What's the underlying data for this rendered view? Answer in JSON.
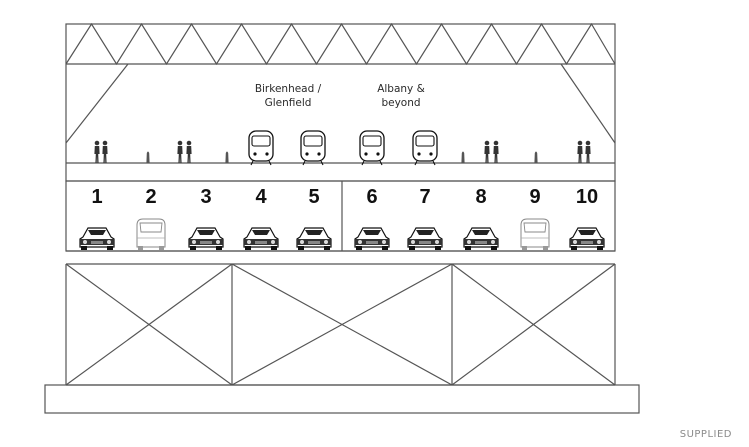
{
  "upper_deck": {
    "destinations": [
      {
        "line1": "Birkenhead /",
        "line2": "Glenfield"
      },
      {
        "line1": "Albany &",
        "line2": "beyond"
      }
    ],
    "items": [
      {
        "kind": "pedestrians-icon"
      },
      {
        "kind": "bollard-icon"
      },
      {
        "kind": "pedestrians-icon"
      },
      {
        "kind": "bollard-icon"
      },
      {
        "kind": "train-icon"
      },
      {
        "kind": "train-icon"
      },
      {
        "kind": "train-icon"
      },
      {
        "kind": "train-icon"
      },
      {
        "kind": "bollard-icon"
      },
      {
        "kind": "pedestrians-icon"
      },
      {
        "kind": "bollard-icon"
      },
      {
        "kind": "pedestrians-icon"
      }
    ]
  },
  "lower_deck": {
    "lanes": [
      {
        "number": "1",
        "vehicle": "car-icon"
      },
      {
        "number": "2",
        "vehicle": "van-icon"
      },
      {
        "number": "3",
        "vehicle": "car-icon"
      },
      {
        "number": "4",
        "vehicle": "car-icon"
      },
      {
        "number": "5",
        "vehicle": "car-icon"
      },
      {
        "number": "6",
        "vehicle": "car-icon"
      },
      {
        "number": "7",
        "vehicle": "car-icon"
      },
      {
        "number": "8",
        "vehicle": "car-icon"
      },
      {
        "number": "9",
        "vehicle": "van-icon"
      },
      {
        "number": "10",
        "vehicle": "car-icon"
      }
    ]
  },
  "credit": "SUPPLIED",
  "colors": {
    "structure": "#555555",
    "ink": "#111111",
    "background": "#ffffff"
  }
}
